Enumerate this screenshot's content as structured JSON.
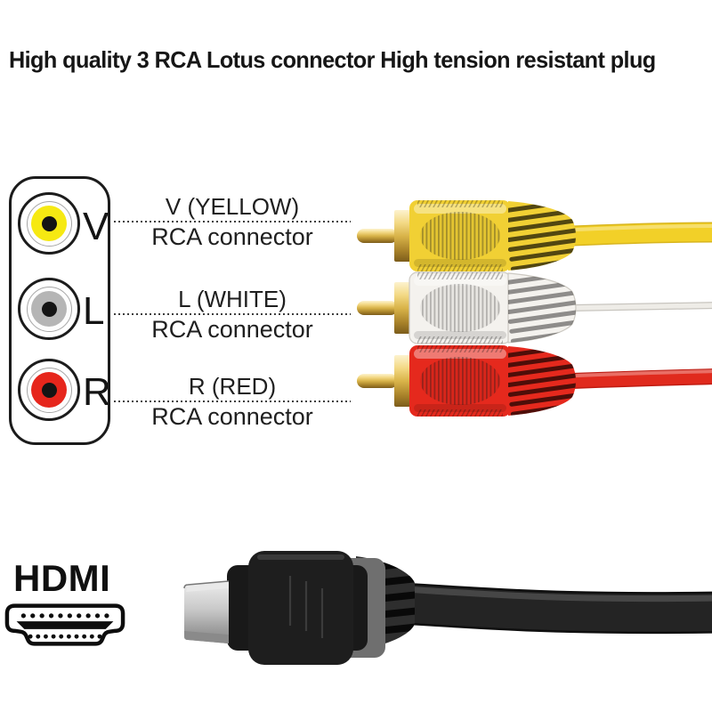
{
  "title": "High quality 3 RCA Lotus connector High tension resistant plug",
  "jack_panel": {
    "jacks": [
      {
        "letter": "V",
        "color": "#f6e912"
      },
      {
        "letter": "L",
        "color": "#b5b5b5"
      },
      {
        "letter": "R",
        "color": "#e6261c"
      }
    ]
  },
  "annotations": [
    {
      "line1": "V (YELLOW)",
      "line2": "RCA connector"
    },
    {
      "line1": "L (WHITE)",
      "line2": "RCA connector"
    },
    {
      "line1": "R (RED)",
      "line2": "RCA connector"
    }
  ],
  "plugs": [
    {
      "name": "yellow-rca",
      "color": "#f1d034",
      "cable_color": "#f2d028",
      "cable_edge": "#d8b51e"
    },
    {
      "name": "white-rca",
      "color": "#f4f2ee",
      "cable_color": "#eeece7",
      "cable_edge": "#c8c5bf"
    },
    {
      "name": "red-rca",
      "color": "#e5291d",
      "cable_color": "#e02a1d",
      "cable_edge": "#c01c12"
    }
  ],
  "hdmi": {
    "label": "HDMI",
    "icon": "hdmi-port-icon",
    "cable_color": "#1d1d1d",
    "plug_tip_color": "#c7c7c7"
  },
  "colors": {
    "background": "#ffffff",
    "text": "#1a1a1a",
    "gold": "#d9b44a",
    "dotted_line": "#3e3e3e"
  }
}
